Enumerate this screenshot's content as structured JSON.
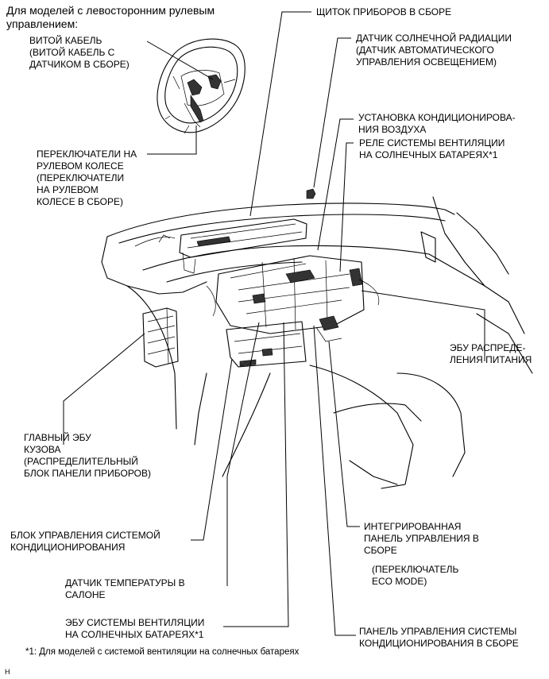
{
  "header": {
    "line1": "Для моделей с левосторонним рулевым",
    "line2": "управлением:"
  },
  "labels": {
    "spiral_cable": [
      "ВИТОЙ КАБЕЛЬ",
      "(ВИТОЙ КАБЕЛЬ С",
      "ДАТЧИКОМ В СБОРЕ)"
    ],
    "steering_switches": [
      "ПЕРЕКЛЮЧАТЕЛИ НА",
      "РУЛЕВОМ КОЛЕСЕ",
      "(ПЕРЕКЛЮЧАТЕЛИ",
      "НА РУЛЕВОМ",
      "КОЛЕСЕ В СБОРЕ)"
    ],
    "combination_meter": [
      "ЩИТОК ПРИБОРОВ В СБОРЕ"
    ],
    "solar_sensor": [
      "ДАТЧИК СОЛНЕЧНОЙ РАДИАЦИИ",
      "(ДАТЧИК АВТОМАТИЧЕСКОГО",
      "УПРАВЛЕНИЯ ОСВЕЩЕНИЕМ)"
    ],
    "air_conditioning_unit": [
      "УСТАНОВКА КОНДИЦИОНИРОВА-",
      "НИЯ ВОЗДУХА"
    ],
    "solar_vent_relay": [
      "РЕЛЕ СИСТЕМЫ ВЕНТИЛЯЦИИ",
      "НА СОЛНЕЧНЫХ БАТАРЕЯХ*1"
    ],
    "power_distribution_ecu": [
      "ЭБУ РАСПРЕДЕ-",
      "ЛЕНИЯ ПИТАНИЯ"
    ],
    "main_body_ecu": [
      "ГЛАВНЫЙ ЭБУ",
      "КУЗОВА",
      "(РАСПРЕДЕЛИТЕЛЬНЫЙ",
      "БЛОК ПАНЕЛИ ПРИБОРОВ)"
    ],
    "ac_amplifier": [
      "БЛОК УПРАВЛЕНИЯ СИСТЕМОЙ",
      "КОНДИЦИОНИРОВАНИЯ"
    ],
    "integrated_panel": [
      "ИНТЕГРИРОВАННАЯ",
      "ПАНЕЛЬ УПРАВЛЕНИЯ В",
      "СБОРЕ"
    ],
    "eco_mode_switch": [
      "(ПЕРЕКЛЮЧАТЕЛЬ",
      "ECO MODE)"
    ],
    "room_temp_sensor": [
      "ДАТЧИК ТЕМПЕРАТУРЫ В",
      "САЛОНЕ"
    ],
    "solar_vent_ecu": [
      "ЭБУ СИСТЕМЫ ВЕНТИЛЯЦИИ",
      "НА СОЛНЕЧНЫХ БАТАРЕЯХ*1"
    ],
    "ac_control_panel": [
      "ПАНЕЛЬ УПРАВЛЕНИЯ СИСТЕМЫ",
      "КОНДИЦИОНИРОВАНИЯ В СБОРЕ"
    ]
  },
  "footnote": "*1: Для моделей с системой вентиляции на солнечных батареях",
  "corner_mark": "H"
}
